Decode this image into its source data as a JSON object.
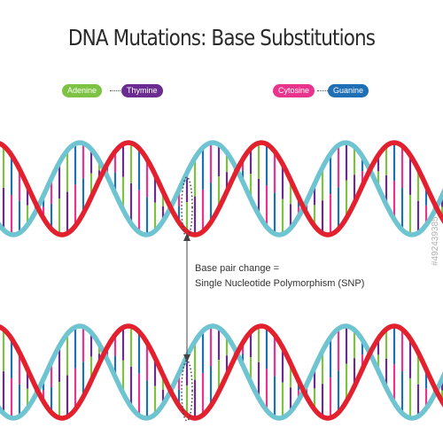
{
  "title": "DNA Mutations: Base Substitutions",
  "legend": {
    "adenine": "Adenine",
    "thymine": "Thymine",
    "cytosine": "Cytosine",
    "guanine": "Guanine"
  },
  "annotation": {
    "line1": "Base pair change =",
    "line2": "Single Nucleotide Polymorphism (SNP)"
  },
  "watermark": "#492439385",
  "colors": {
    "adenine": "#7dc242",
    "thymine": "#6a2c91",
    "cytosine": "#e8348c",
    "guanine": "#1f6fb5",
    "strand_red": "#e3202e",
    "strand_blue": "#6ec4d1"
  }
}
